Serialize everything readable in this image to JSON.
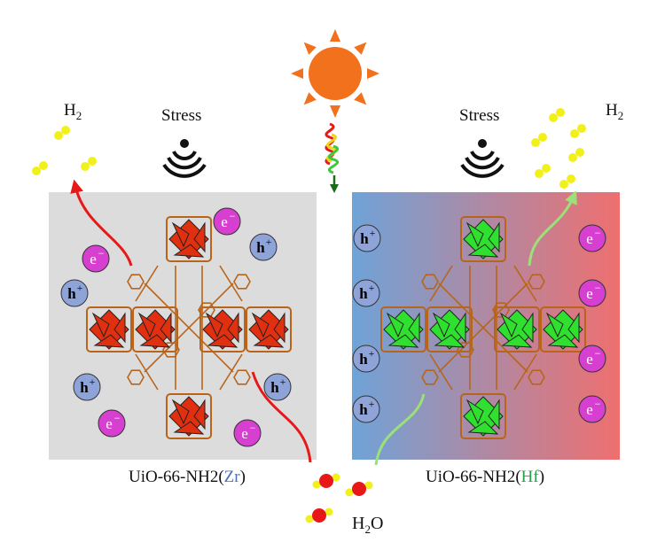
{
  "labels": {
    "stress_left": "Stress",
    "stress_right": "Stress",
    "h2_left_main": "H",
    "h2_left_sub": "2",
    "h2_right_main": "H",
    "h2_right_sub": "2",
    "water_main": "H",
    "water_sub": "2",
    "water_tail": "O"
  },
  "panels": {
    "left": {
      "caption_prefix": "UiO-66-NH2(",
      "caption_metal": "Zr",
      "caption_suffix": ")",
      "metal_color": "#4a6fb5",
      "background": "#dcdcdc",
      "cluster_color": "#e03010"
    },
    "right": {
      "caption_prefix": "UiO-66-NH2(",
      "caption_metal": "Hf",
      "caption_suffix": ")",
      "metal_color": "#22a24a",
      "gradient": [
        "#6fa3d8",
        "#ef6f6f"
      ],
      "cluster_color": "#2fe02f"
    }
  },
  "charges": {
    "electron_text": "e",
    "electron_sign": "−",
    "hole_text": "h",
    "hole_sign": "+",
    "electron_color": "#d63fd0",
    "hole_color": "#8ea4d8"
  },
  "colors": {
    "sun": "#f2711c",
    "linker": "#b8651b",
    "arrow_left": "#e81818",
    "arrow_right": "#9be07a",
    "h2_dot": "#f2f01a",
    "oxygen": "#e81818"
  },
  "icons": [
    "sun-icon",
    "light-wave-icon",
    "ultrasound-stress-icon",
    "hydrogen-molecule-icon",
    "water-molecule-icon"
  ]
}
